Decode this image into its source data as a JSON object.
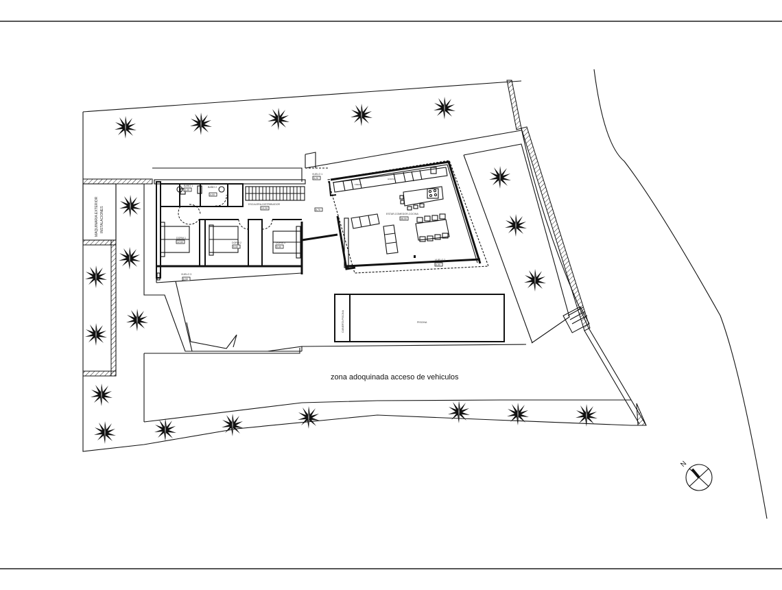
{
  "drawing": {
    "type": "site-plan",
    "zone_label": "zona adoquinada acceso de vehiculos",
    "north_label": "N",
    "equipment_label_line1": "MAQUINARIA EXTERIOR",
    "equipment_label_line2": "INSTALACIONES"
  },
  "rooms": [
    {
      "id": "bano1",
      "name": "BAÑO 1",
      "area": "4,30"
    },
    {
      "id": "bano2",
      "name": "BAÑO 2",
      "area": "4,00"
    },
    {
      "id": "escalera",
      "name": "ESCALERA-DISTRIBUIDOR",
      "area": "13,20"
    },
    {
      "id": "dorm1",
      "name": "DORM.1",
      "area": "12,60"
    },
    {
      "id": "dorm2",
      "name": "DORM.2",
      "area": "9,50"
    },
    {
      "id": "dorm3",
      "name": "DORM.3",
      "area": "9,50"
    },
    {
      "id": "vuelo1",
      "name": "VUELO 1",
      "area": "5,20"
    },
    {
      "id": "vuelo2",
      "name": "VUELO 2",
      "area": "6,50"
    },
    {
      "id": "vuelo3",
      "name": "VUELO 3",
      "area": "6,50"
    },
    {
      "id": "paso",
      "name": "",
      "area": "6,70"
    },
    {
      "id": "estar",
      "name": "ESTAR-COMEDOR-COCINA",
      "area": "58,50"
    },
    {
      "id": "piscina",
      "name": "PISCINA",
      "area": ""
    },
    {
      "id": "cubierta",
      "name": "CUBIERTA PISCINA",
      "area": ""
    }
  ],
  "kitchen": {
    "frega": "FREGA",
    "horno": "HORNO"
  },
  "colors": {
    "line": "#111111",
    "frame": "#555555",
    "background": "#ffffff"
  }
}
